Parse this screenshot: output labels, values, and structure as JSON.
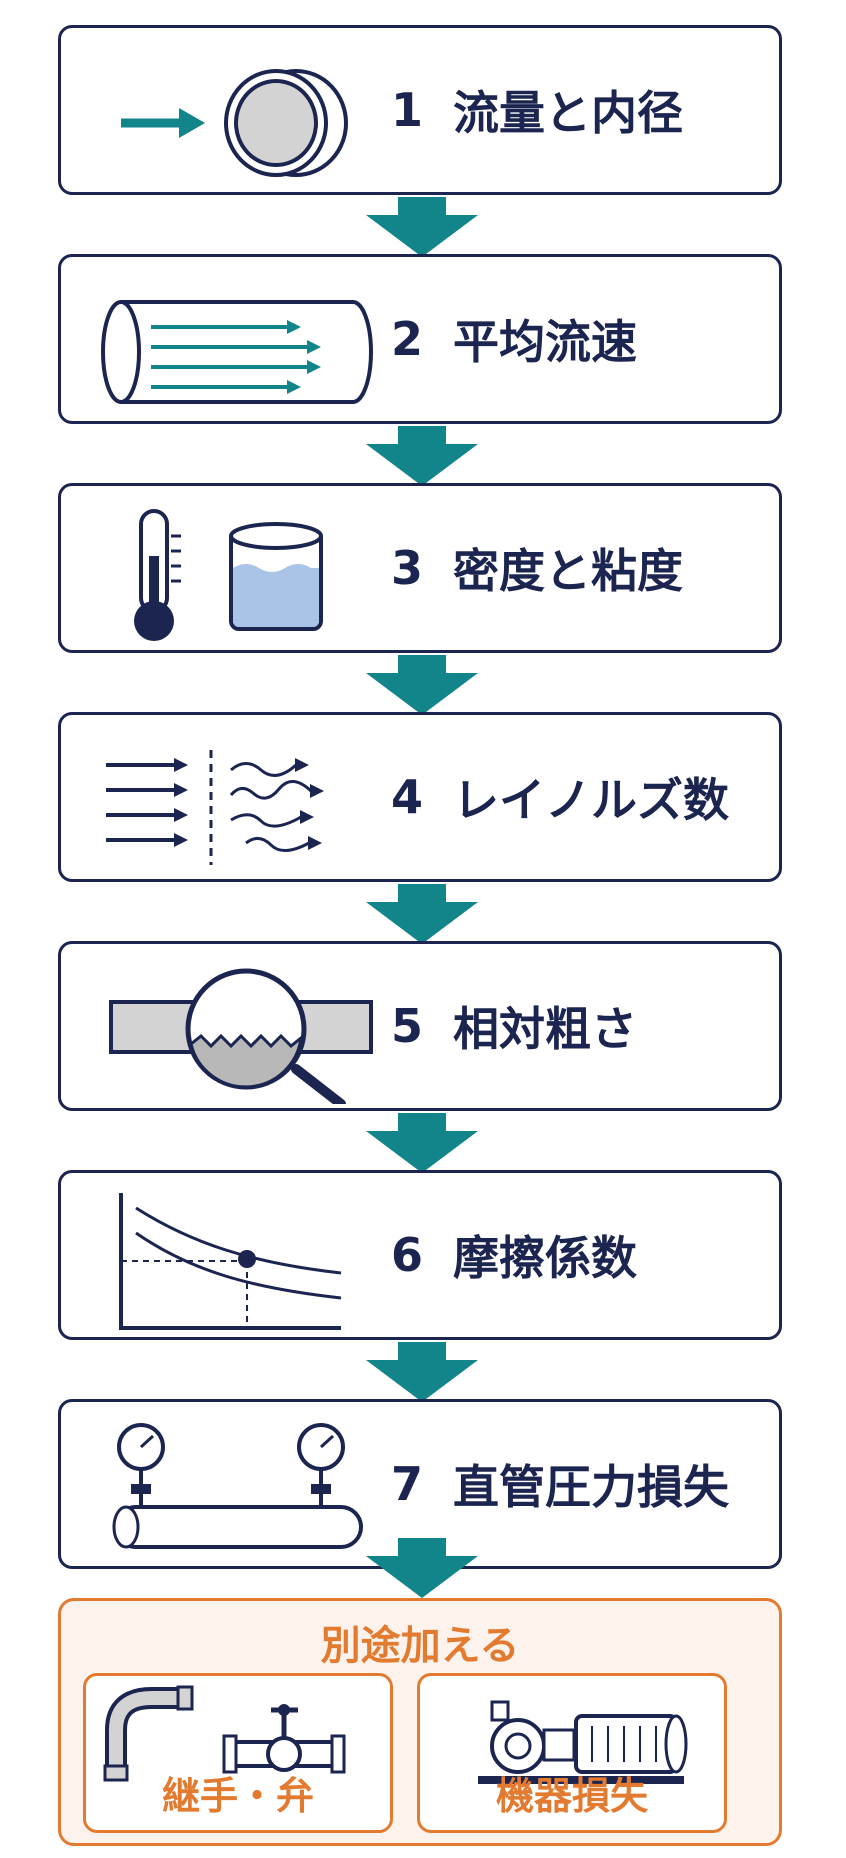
{
  "steps": [
    {
      "number": "1",
      "label": "流量と内径",
      "icon": "pipe-end-icon"
    },
    {
      "number": "2",
      "label": "平均流速",
      "icon": "pipe-flow-icon"
    },
    {
      "number": "3",
      "label": "密度と粘度",
      "icon": "thermometer-beaker-icon"
    },
    {
      "number": "4",
      "label": "レイノルズ数",
      "icon": "laminar-turbulent-icon"
    },
    {
      "number": "5",
      "label": "相対粗さ",
      "icon": "magnifier-roughness-icon"
    },
    {
      "number": "6",
      "label": "摩擦係数",
      "icon": "friction-chart-icon"
    },
    {
      "number": "7",
      "label": "直管圧力損失",
      "icon": "pipe-gauges-icon"
    }
  ],
  "additional": {
    "title": "別途加える",
    "items": [
      {
        "label": "継手・弁",
        "icon": "elbow-valve-icon"
      },
      {
        "label": "機器損失",
        "icon": "pump-motor-icon"
      }
    ]
  },
  "colors": {
    "navy": "#1c2550",
    "teal": "#118589",
    "orange": "#e27b2f",
    "gray": "#d3d3d3",
    "water": "#a9c4e6"
  }
}
